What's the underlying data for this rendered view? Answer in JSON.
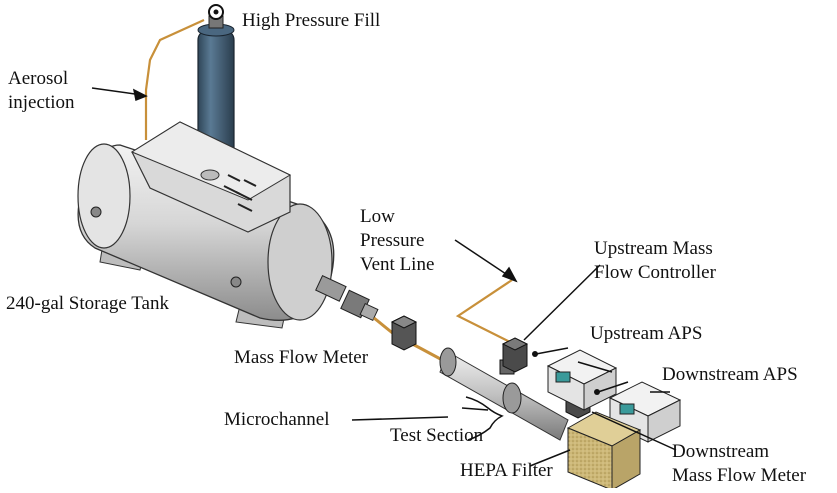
{
  "labels": {
    "high_pressure_fill": "High Pressure Fill",
    "aerosol_line1": "Aerosol",
    "aerosol_line2": "injection",
    "low_pressure_line1": "Low",
    "low_pressure_line2": "Pressure",
    "low_pressure_line3": "Vent Line",
    "upstream_mfc_line1": "Upstream Mass",
    "upstream_mfc_line2": "Flow Controller",
    "storage_tank": "240-gal Storage Tank",
    "upstream_aps": "Upstream APS",
    "mass_flow_meter": "Mass Flow Meter",
    "downstream_aps": "Downstream APS",
    "microchannel": "Microchannel",
    "test_section": "Test Section",
    "downstream_mfm_line1": "Downstream",
    "downstream_mfm_line2": "Mass Flow Meter",
    "hepa_filter": "HEPA Filter"
  },
  "colors": {
    "tank_metal": "#d4d4d4",
    "cylinder_blue": "#3e5870",
    "tube_copper": "#c8903a",
    "filter_tan": "#c9b47a",
    "aps_box": "#e8e8e8",
    "aps_screen": "#3a9a9a",
    "line": "#111111"
  }
}
